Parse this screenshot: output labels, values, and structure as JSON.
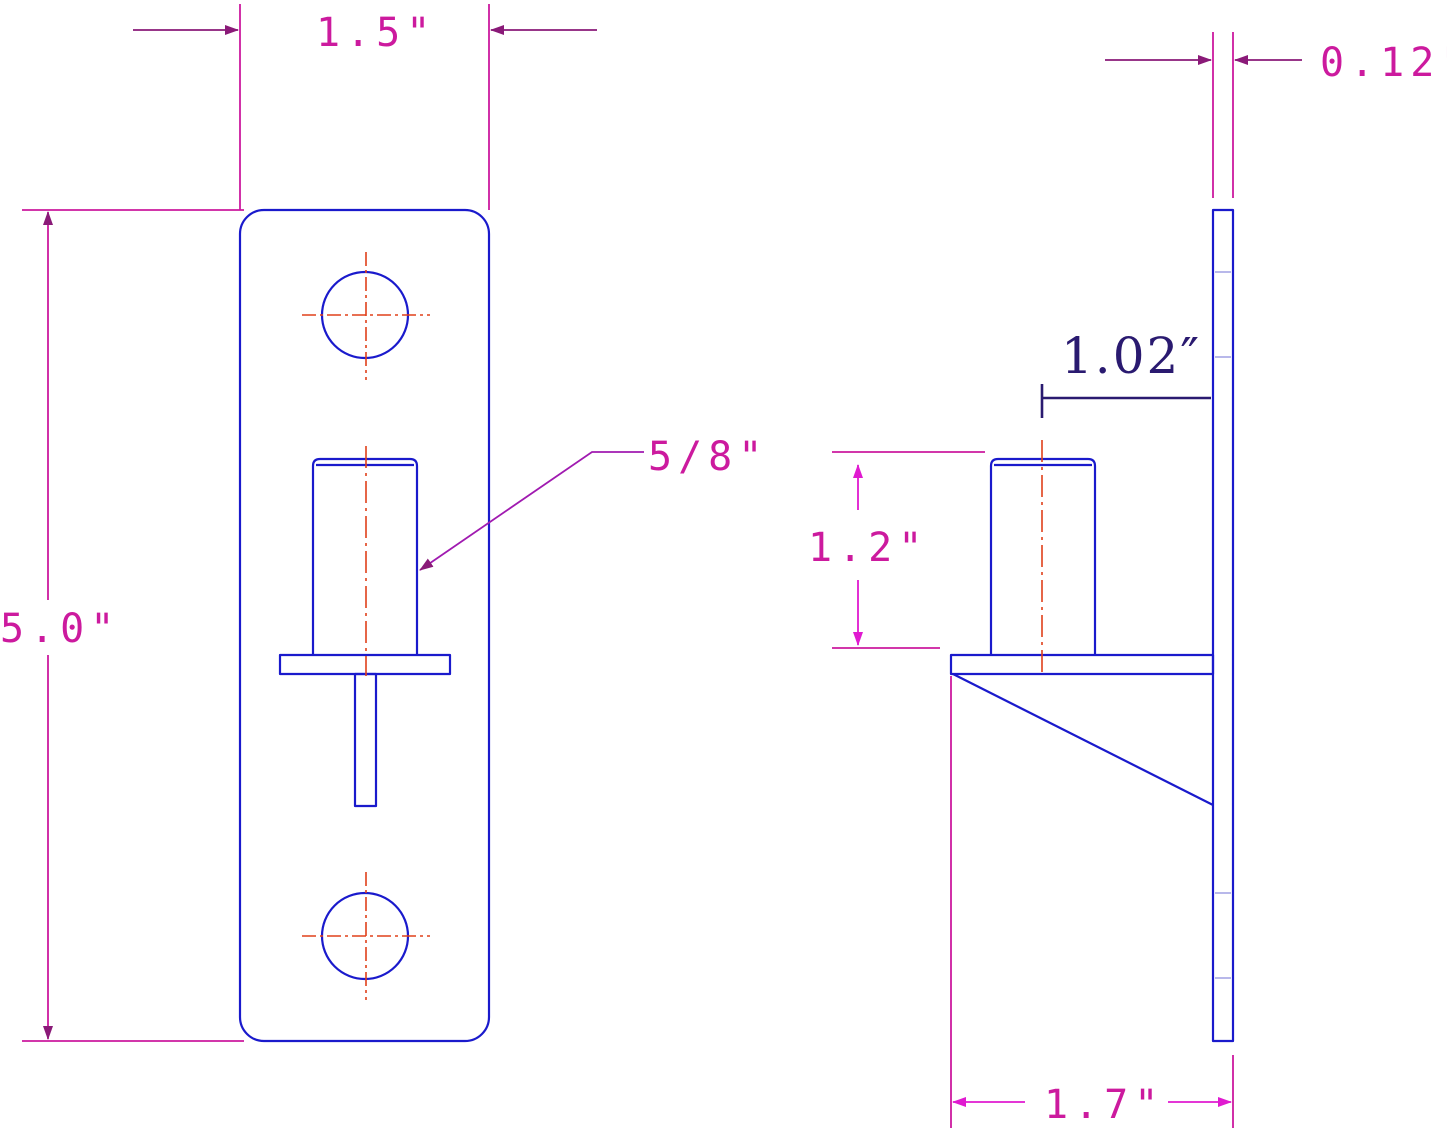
{
  "colors": {
    "part": "#1a1acc",
    "dimension": "#cc1a9e",
    "centerline": "#e0401a",
    "leader": "#a01ab0",
    "label_dark": "#2a1a70"
  },
  "dimensions": {
    "width": "1.5\"",
    "thickness": "0.12\"",
    "height": "5.0\"",
    "pin_diameter": "5/8\"",
    "pin_offset": "1.02″",
    "pin_height": "1.2\"",
    "depth": "1.7\""
  }
}
